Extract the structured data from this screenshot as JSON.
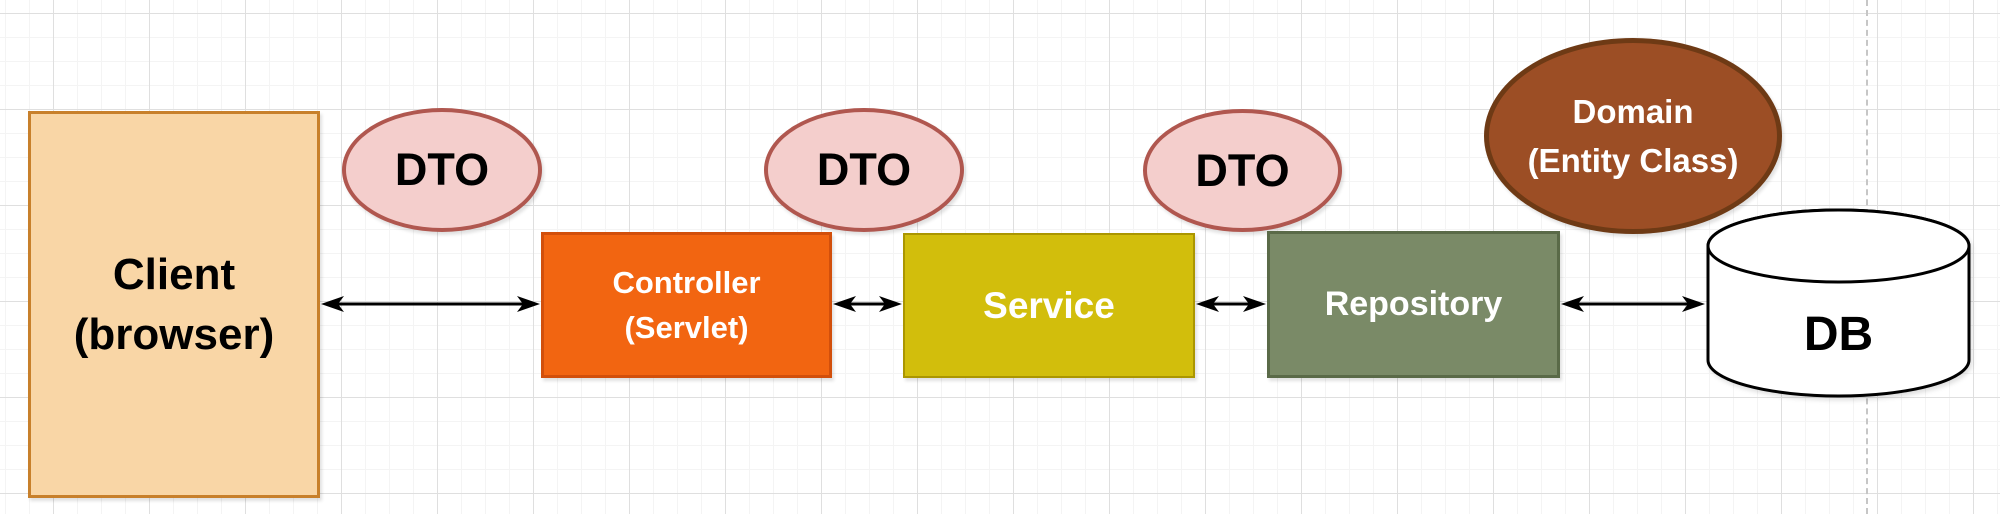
{
  "diagram": {
    "nodes": {
      "client": {
        "line1": "Client",
        "line2": "(browser)",
        "fill": "#F9D6A6",
        "stroke": "#C8802B",
        "text_color": "#000000"
      },
      "dto": {
        "label": "DTO",
        "fill": "#F4CECC",
        "stroke": "#B0574F",
        "text_color": "#000000"
      },
      "controller": {
        "line1": "Controller",
        "line2": "(Servlet)",
        "fill": "#F26511",
        "stroke": "#D24F0B",
        "text_color": "#FFFFFF"
      },
      "service": {
        "label": "Service",
        "fill": "#D2BE0C",
        "stroke": "#AB9600",
        "text_color": "#FFFFFF"
      },
      "repository": {
        "label": "Repository",
        "fill": "#7A8A67",
        "stroke": "#5A6A48",
        "text_color": "#FFFFFF"
      },
      "domain": {
        "line1": "Domain",
        "line2": "(Entity Class)",
        "fill": "#9C4E25",
        "stroke": "#6E3A15",
        "text_color": "#FFFFFF"
      },
      "db": {
        "label": "DB",
        "fill": "#FFFFFF",
        "stroke": "#000000",
        "text_color": "#000000"
      }
    },
    "connectors": {
      "color": "#000000",
      "style": "double-headed-arrow"
    },
    "grid": {
      "minor_color": "#F4F4F4",
      "major_color": "#DFDFDF",
      "dashed_guide_color": "#C6C6C6"
    }
  }
}
